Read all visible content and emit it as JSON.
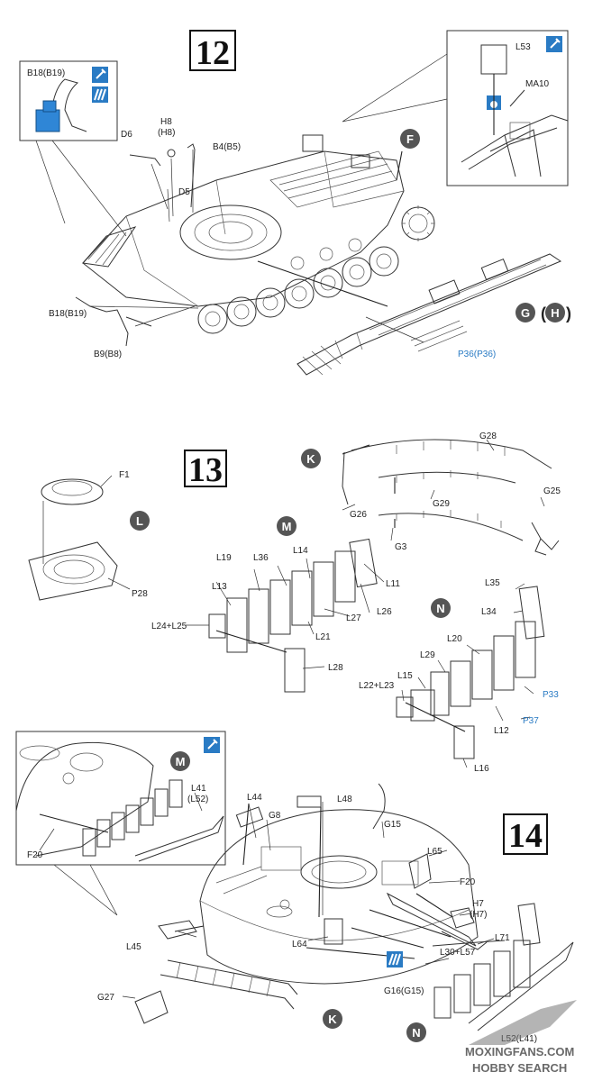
{
  "steps": [
    {
      "number": "12"
    },
    {
      "number": "13"
    },
    {
      "number": "14"
    }
  ],
  "step12": {
    "labels": {
      "b18_b19_top": "B18(B19)",
      "h8": "H8",
      "h8_alt": "(H8)",
      "d6": "D6",
      "b4_b5": "B4(B5)",
      "d5": "D5",
      "b18_b19_bottom": "B18(B19)",
      "b9_b8": "B9(B8)",
      "p36": "P36(P36)",
      "l53": "L53",
      "ma10": "MA10",
      "g_bubble": "G",
      "h_bubble": "H",
      "f_bubble": "F"
    },
    "icons": [
      "glue-icon",
      "paint-icon",
      "water-decal-icon"
    ]
  },
  "step13": {
    "labels": {
      "f1": "F1",
      "p28": "P28",
      "l_bubble": "L",
      "m_bubble": "M",
      "k_bubble": "K",
      "n_bubble": "N",
      "l19": "L19",
      "l36": "L36",
      "l14": "L14",
      "l13": "L13",
      "l11": "L11",
      "l24_l25": "L24+L25",
      "l26": "L26",
      "l27": "L27",
      "l21": "L21",
      "l28": "L28",
      "g28": "G28",
      "g25": "G25",
      "g26": "G26",
      "g29": "G29",
      "g3": "G3",
      "l35": "L35",
      "l34": "L34",
      "l20": "L20",
      "l29": "L29",
      "l15": "L15",
      "l22_l23": "L22+L23",
      "l12": "L12",
      "p33": "P33",
      "p37": "P37",
      "l16": "L16"
    }
  },
  "step14": {
    "labels": {
      "m_bubble": "M",
      "l41": "L41",
      "l52": "(L52)",
      "f20_left": "F20",
      "l44": "L44",
      "g8": "G8",
      "l48": "L48",
      "g15": "G15",
      "l65": "L65",
      "f20_right": "F20",
      "h7": "H7",
      "h7_alt": "(H7)",
      "l71": "L71",
      "l30_l57": "L30+L57",
      "l45": "L45",
      "l64": "L64",
      "g16": "G16(G15)",
      "g27": "G27",
      "k_bubble": "K",
      "n_bubble": "N",
      "l52_l41": "L52(L41)"
    }
  },
  "watermark": {
    "site": "MOXINGFANS.COM",
    "brand_a": "HO",
    "brand_b": "BBY",
    "brand_c": "SEARCH"
  },
  "colors": {
    "line": "#333333",
    "blue_label": "#2a7bc4",
    "bubble": "#555555",
    "highlight_part": "#2f86d6",
    "icon_bg": "#2a7bc4"
  }
}
